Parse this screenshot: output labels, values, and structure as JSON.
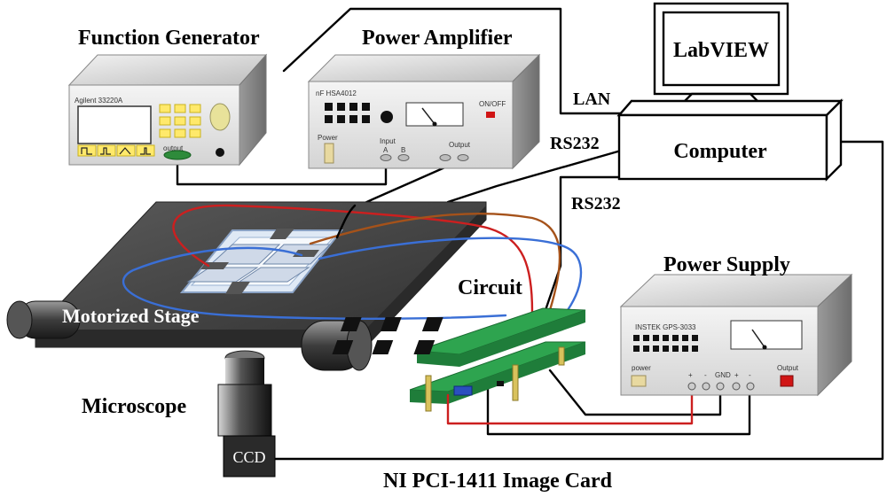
{
  "labels": {
    "function_generator": "Function Generator",
    "power_amplifier": "Power Amplifier",
    "labview": "LabVIEW",
    "lan": "LAN",
    "rs232_top": "RS232",
    "computer": "Computer",
    "rs232_bottom": "RS232",
    "power_supply": "Power Supply",
    "circuit": "Circuit",
    "motorized_stage": "Motorized Stage",
    "microscope": "Microscope",
    "ccd": "CCD",
    "image_card": "NI PCI-1411 Image Card"
  },
  "function_generator": {
    "model": "Agilent 33220A",
    "output_label": "output",
    "waveform_icons": [
      "square-wave-icon",
      "pulse-icon",
      "ramp-icon",
      "arb-icon"
    ]
  },
  "power_amplifier": {
    "model": "nF HSA4012",
    "onoff_label": "ON/OFF",
    "power_label": "Power",
    "input_label": "Input",
    "input_a": "A",
    "input_b": "B",
    "output_label": "Output"
  },
  "power_supply": {
    "model": "INSTEK GPS-3033",
    "power_label": "power",
    "output_label": "Output",
    "terminals": [
      "+",
      "-",
      "GND",
      "+",
      "-"
    ]
  },
  "colors": {
    "wire_black": "#000000",
    "wire_red": "#cc1f1f",
    "wire_blue": "#3a6fd6",
    "wire_brown": "#a5521a",
    "pcb_green": "#2ea44f",
    "stage_dark": "#4a4a4a",
    "device_panel": "#ececec"
  }
}
